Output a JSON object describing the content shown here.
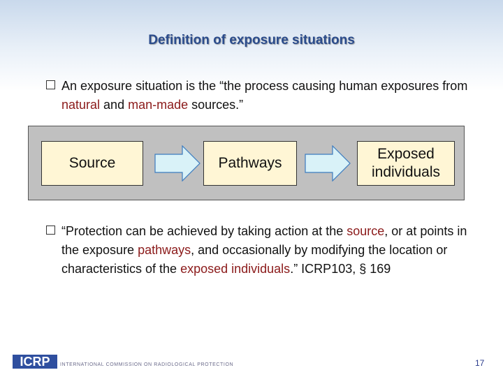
{
  "slide": {
    "title": "Definition of exposure situations",
    "bullet1": {
      "part1": "An exposure situation is the “the process causing human exposures from ",
      "natural": "natural",
      "and": " and ",
      "man_made": "man-made",
      "part2": " sources.”"
    },
    "diagram": {
      "source": "Source",
      "pathways": "Pathways",
      "exposed_line1": "Exposed",
      "exposed_line2": "individuals"
    },
    "bullet2": {
      "part1": "“Protection can be achieved by taking action at the ",
      "source": "source",
      "part2": ", or at points in the exposure ",
      "pathways": "pathways",
      "part3": ", and occasionally by modifying the location or characteristics of the ",
      "exposed": "exposed individuals",
      "part4": ".” ICRP103, § 169"
    },
    "footer": {
      "logo": "ICRP",
      "org": "INTERNATIONAL COMMISSION ON RADIOLOGICAL PROTECTION",
      "page": "17"
    },
    "colors": {
      "title": "#2b4c8c",
      "highlight": "#8b1a1a",
      "node_fill": "#fff6d5",
      "arrow_fill": "#d9f2f8",
      "diagram_bg": "#c0c0c0"
    },
    "icons": [
      "checkbox-bullet-icon",
      "right-arrow-icon",
      "icrp-logo"
    ]
  }
}
